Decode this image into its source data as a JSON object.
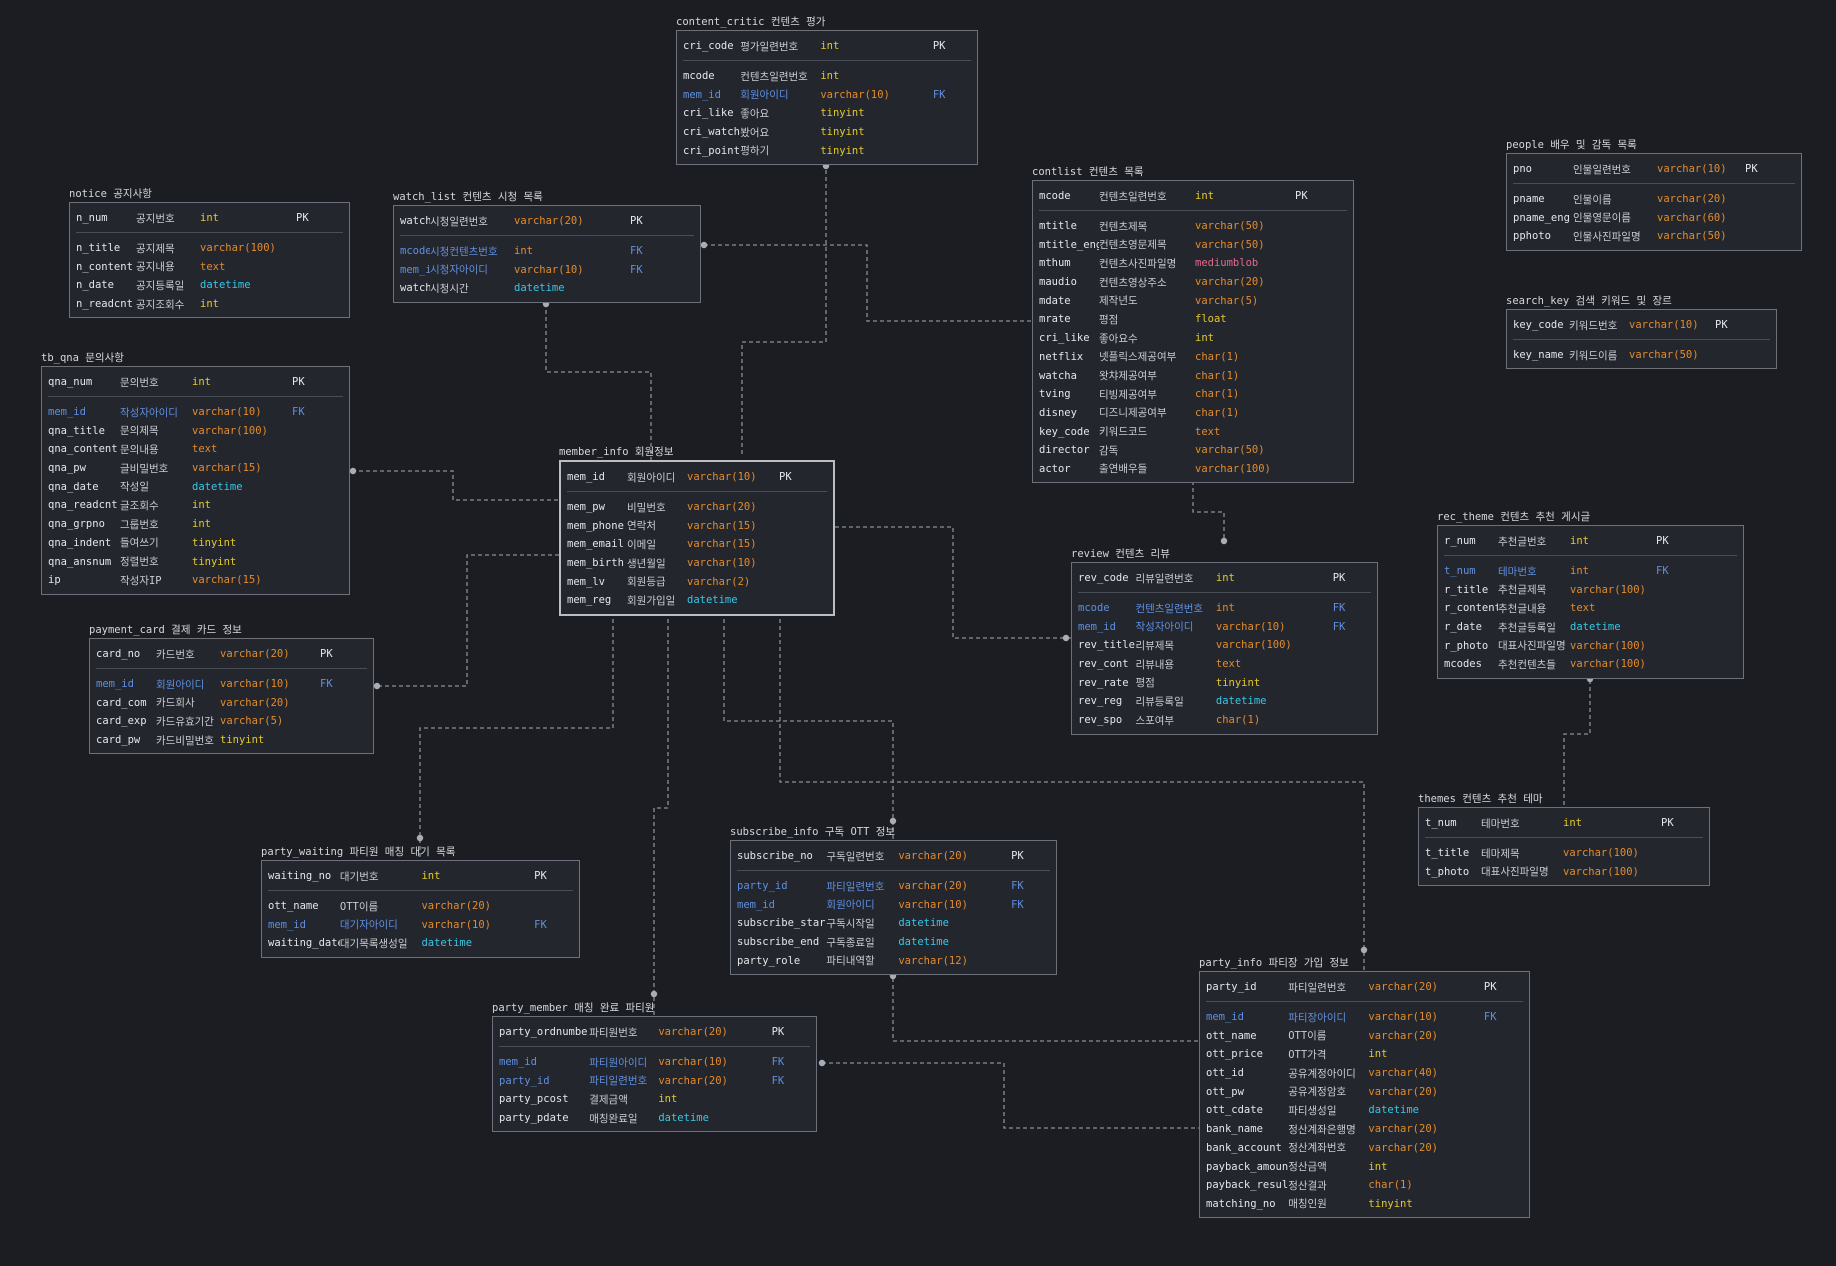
{
  "colors": {
    "background": "#1b1d23",
    "table_fill": "#23262d",
    "border": "#6c717c",
    "fk": "#5f8fe0",
    "int": "#e3c92d",
    "varchar": "#e38b2d",
    "datetime": "#37c7e6",
    "blob": "#e36a8b",
    "line": "#8a8e96"
  },
  "tables": [
    {
      "id": "content_critic",
      "title": "content_critic 컨텐츠 평가",
      "pk": [
        {
          "name": "cri_code",
          "desc": "평가일련번호",
          "type": "int",
          "key": "PK"
        }
      ],
      "cols": [
        {
          "name": "mcode",
          "desc": "컨텐츠일련번호",
          "type": "int",
          "key": ""
        },
        {
          "name": "mem_id",
          "desc": "회원아이디",
          "type": "varchar(10)",
          "key": "FK"
        },
        {
          "name": "cri_like",
          "desc": "좋아요",
          "type": "tinyint",
          "key": ""
        },
        {
          "name": "cri_watch",
          "desc": "봤어요",
          "type": "tinyint",
          "key": ""
        },
        {
          "name": "cri_point",
          "desc": "평하기",
          "type": "tinyint",
          "key": ""
        }
      ]
    },
    {
      "id": "notice",
      "title": "notice 공지사항",
      "pk": [
        {
          "name": "n_num",
          "desc": "공지번호",
          "type": "int",
          "key": "PK"
        }
      ],
      "cols": [
        {
          "name": "n_title",
          "desc": "공지제목",
          "type": "varchar(100)",
          "key": ""
        },
        {
          "name": "n_content",
          "desc": "공지내용",
          "type": "text",
          "key": ""
        },
        {
          "name": "n_date",
          "desc": "공지등록일",
          "type": "datetime",
          "key": ""
        },
        {
          "name": "n_readcnt",
          "desc": "공지조회수",
          "type": "int",
          "key": ""
        }
      ]
    },
    {
      "id": "watch_list",
      "title": "watch_list 컨텐츠 시청 목록",
      "pk": [
        {
          "name": "watch_reg",
          "desc": "시청일련번호",
          "type": "varchar(20)",
          "key": "PK"
        }
      ],
      "cols": [
        {
          "name": "mcode",
          "desc": "시청컨텐츠번호",
          "type": "int",
          "key": "FK"
        },
        {
          "name": "mem_id",
          "desc": "시청자아이디",
          "type": "varchar(10)",
          "key": "FK"
        },
        {
          "name": "watch_time",
          "desc": "시청시간",
          "type": "datetime",
          "key": ""
        }
      ]
    },
    {
      "id": "contlist",
      "title": "contlist 컨텐츠 목록",
      "pk": [
        {
          "name": "mcode",
          "desc": "컨텐츠일련번호",
          "type": "int",
          "key": "PK"
        }
      ],
      "cols": [
        {
          "name": "mtitle",
          "desc": "컨텐츠제목",
          "type": "varchar(50)",
          "key": ""
        },
        {
          "name": "mtitle_eng",
          "desc": "컨텐츠영문제목",
          "type": "varchar(50)",
          "key": ""
        },
        {
          "name": "mthum",
          "desc": "컨텐츠사진파일명",
          "type": "mediumblob",
          "key": ""
        },
        {
          "name": "maudio",
          "desc": "컨텐츠영상주소",
          "type": "varchar(20)",
          "key": ""
        },
        {
          "name": "mdate",
          "desc": "제작년도",
          "type": "varchar(5)",
          "key": ""
        },
        {
          "name": "mrate",
          "desc": "평점",
          "type": "float",
          "key": ""
        },
        {
          "name": "cri_like",
          "desc": "좋아요수",
          "type": "int",
          "key": ""
        },
        {
          "name": "netflix",
          "desc": "넷플릭스제공여부",
          "type": "char(1)",
          "key": ""
        },
        {
          "name": "watcha",
          "desc": "왓챠제공여부",
          "type": "char(1)",
          "key": ""
        },
        {
          "name": "tving",
          "desc": "티빙제공여부",
          "type": "char(1)",
          "key": ""
        },
        {
          "name": "disney",
          "desc": "디즈니제공여부",
          "type": "char(1)",
          "key": ""
        },
        {
          "name": "key_code",
          "desc": "키워드코드",
          "type": "text",
          "key": ""
        },
        {
          "name": "director",
          "desc": "감독",
          "type": "varchar(50)",
          "key": ""
        },
        {
          "name": "actor",
          "desc": "출연배우들",
          "type": "varchar(100)",
          "key": ""
        }
      ]
    },
    {
      "id": "people",
      "title": "people 배우 및 감독 목록",
      "pk": [
        {
          "name": "pno",
          "desc": "인물일련번호",
          "type": "varchar(10)",
          "key": "PK"
        }
      ],
      "cols": [
        {
          "name": "pname",
          "desc": "인물이름",
          "type": "varchar(20)",
          "key": ""
        },
        {
          "name": "pname_eng",
          "desc": "인물영문이름",
          "type": "varchar(60)",
          "key": ""
        },
        {
          "name": "pphoto",
          "desc": "인물사진파일명",
          "type": "varchar(50)",
          "key": ""
        }
      ]
    },
    {
      "id": "search_key",
      "title": "search_key 검색 키워드 및 장르",
      "pk": [
        {
          "name": "key_code",
          "desc": "키워드번호",
          "type": "varchar(10)",
          "key": "PK"
        }
      ],
      "cols": [
        {
          "name": "key_name",
          "desc": "키워드이름",
          "type": "varchar(50)",
          "key": ""
        }
      ]
    },
    {
      "id": "tb_qna",
      "title": "tb_qna 문의사항",
      "pk": [
        {
          "name": "qna_num",
          "desc": "문의번호",
          "type": "int",
          "key": "PK"
        }
      ],
      "cols": [
        {
          "name": "mem_id",
          "desc": "작성자아이디",
          "type": "varchar(10)",
          "key": "FK"
        },
        {
          "name": "qna_title",
          "desc": "문의제목",
          "type": "varchar(100)",
          "key": ""
        },
        {
          "name": "qna_content",
          "desc": "문의내용",
          "type": "text",
          "key": ""
        },
        {
          "name": "qna_pw",
          "desc": "글비밀번호",
          "type": "varchar(15)",
          "key": ""
        },
        {
          "name": "qna_date",
          "desc": "작성일",
          "type": "datetime",
          "key": ""
        },
        {
          "name": "qna_readcnt",
          "desc": "글조회수",
          "type": "int",
          "key": ""
        },
        {
          "name": "qna_grpno",
          "desc": "그룹번호",
          "type": "int",
          "key": ""
        },
        {
          "name": "qna_indent",
          "desc": "들여쓰기",
          "type": "tinyint",
          "key": ""
        },
        {
          "name": "qna_ansnum",
          "desc": "정렬번호",
          "type": "tinyint",
          "key": ""
        },
        {
          "name": "ip",
          "desc": "작성자IP",
          "type": "varchar(15)",
          "key": ""
        }
      ]
    },
    {
      "id": "member_info",
      "title": "member_info 회원정보",
      "pk": [
        {
          "name": "mem_id",
          "desc": "회원아이디",
          "type": "varchar(10)",
          "key": "PK"
        }
      ],
      "cols": [
        {
          "name": "mem_pw",
          "desc": "비밀번호",
          "type": "varchar(20)",
          "key": ""
        },
        {
          "name": "mem_phone",
          "desc": "연락처",
          "type": "varchar(15)",
          "key": ""
        },
        {
          "name": "mem_email",
          "desc": "이메일",
          "type": "varchar(15)",
          "key": ""
        },
        {
          "name": "mem_birth",
          "desc": "생년월일",
          "type": "varchar(10)",
          "key": ""
        },
        {
          "name": "mem_lv",
          "desc": "회원등급",
          "type": "varchar(2)",
          "key": ""
        },
        {
          "name": "mem_reg",
          "desc": "회원가입일",
          "type": "datetime",
          "key": ""
        }
      ]
    },
    {
      "id": "rec_theme",
      "title": "rec_theme 컨텐츠 추천 게시글",
      "pk": [
        {
          "name": "r_num",
          "desc": "추천글번호",
          "type": "int",
          "key": "PK"
        }
      ],
      "cols": [
        {
          "name": "t_num",
          "desc": "테마번호",
          "type": "int",
          "key": "FK"
        },
        {
          "name": "r_title",
          "desc": "추천글제목",
          "type": "varchar(100)",
          "key": ""
        },
        {
          "name": "r_content",
          "desc": "추천글내용",
          "type": "text",
          "key": ""
        },
        {
          "name": "r_date",
          "desc": "추천글등록일",
          "type": "datetime",
          "key": ""
        },
        {
          "name": "r_photo",
          "desc": "대표사진파일명",
          "type": "varchar(100)",
          "key": ""
        },
        {
          "name": "mcodes",
          "desc": "추천컨텐츠들",
          "type": "varchar(100)",
          "key": ""
        }
      ]
    },
    {
      "id": "review",
      "title": "review 컨텐츠 리뷰",
      "pk": [
        {
          "name": "rev_code",
          "desc": "리뷰일련번호",
          "type": "int",
          "key": "PK"
        }
      ],
      "cols": [
        {
          "name": "mcode",
          "desc": "컨텐츠일련번호",
          "type": "int",
          "key": "FK"
        },
        {
          "name": "mem_id",
          "desc": "작성자아이디",
          "type": "varchar(10)",
          "key": "FK"
        },
        {
          "name": "rev_title",
          "desc": "리뷰제목",
          "type": "varchar(100)",
          "key": ""
        },
        {
          "name": "rev_cont",
          "desc": "리뷰내용",
          "type": "text",
          "key": ""
        },
        {
          "name": "rev_rate",
          "desc": "평점",
          "type": "tinyint",
          "key": ""
        },
        {
          "name": "rev_reg",
          "desc": "리뷰등록일",
          "type": "datetime",
          "key": ""
        },
        {
          "name": "rev_spo",
          "desc": "스포여부",
          "type": "char(1)",
          "key": ""
        }
      ]
    },
    {
      "id": "payment_card",
      "title": "payment_card 결제 카드 정보",
      "pk": [
        {
          "name": "card_no",
          "desc": "카드번호",
          "type": "varchar(20)",
          "key": "PK"
        }
      ],
      "cols": [
        {
          "name": "mem_id",
          "desc": "회원아이디",
          "type": "varchar(10)",
          "key": "FK"
        },
        {
          "name": "card_com",
          "desc": "카드회사",
          "type": "varchar(20)",
          "key": ""
        },
        {
          "name": "card_exp",
          "desc": "카드유효기간",
          "type": "varchar(5)",
          "key": ""
        },
        {
          "name": "card_pw",
          "desc": "카드비밀번호",
          "type": "tinyint",
          "key": ""
        }
      ]
    },
    {
      "id": "themes",
      "title": "themes 컨텐츠 추천 테마",
      "pk": [
        {
          "name": "t_num",
          "desc": "테마번호",
          "type": "int",
          "key": "PK"
        }
      ],
      "cols": [
        {
          "name": "t_title",
          "desc": "테마제목",
          "type": "varchar(100)",
          "key": ""
        },
        {
          "name": "t_photo",
          "desc": "대표사진파일명",
          "type": "varchar(100)",
          "key": ""
        }
      ]
    },
    {
      "id": "subscribe_info",
      "title": "subscribe_info 구독 OTT 정보",
      "pk": [
        {
          "name": "subscribe_no",
          "desc": "구독일련번호",
          "type": "varchar(20)",
          "key": "PK"
        }
      ],
      "cols": [
        {
          "name": "party_id",
          "desc": "파티일련번호",
          "type": "varchar(20)",
          "key": "FK"
        },
        {
          "name": "mem_id",
          "desc": "회원아이디",
          "type": "varchar(10)",
          "key": "FK"
        },
        {
          "name": "subscribe_start",
          "desc": "구독시작일",
          "type": "datetime",
          "key": ""
        },
        {
          "name": "subscribe_end",
          "desc": "구독종료일",
          "type": "datetime",
          "key": ""
        },
        {
          "name": "party_role",
          "desc": "파티내역할",
          "type": "varchar(12)",
          "key": ""
        }
      ]
    },
    {
      "id": "party_waiting",
      "title": "party_waiting 파티원 매칭 대기 목록",
      "pk": [
        {
          "name": "waiting_no",
          "desc": "대기번호",
          "type": "int",
          "key": "PK"
        }
      ],
      "cols": [
        {
          "name": "ott_name",
          "desc": "OTT이름",
          "type": "varchar(20)",
          "key": ""
        },
        {
          "name": "mem_id",
          "desc": "대기자아이디",
          "type": "varchar(10)",
          "key": "FK"
        },
        {
          "name": "waiting_date",
          "desc": "대기목록생성일",
          "type": "datetime",
          "key": ""
        }
      ]
    },
    {
      "id": "party_info",
      "title": "party_info 파티장 가입 정보",
      "pk": [
        {
          "name": "party_id",
          "desc": "파티일련번호",
          "type": "varchar(20)",
          "key": "PK"
        }
      ],
      "cols": [
        {
          "name": "mem_id",
          "desc": "파티장아이디",
          "type": "varchar(10)",
          "key": "FK"
        },
        {
          "name": "ott_name",
          "desc": "OTT이름",
          "type": "varchar(20)",
          "key": ""
        },
        {
          "name": "ott_price",
          "desc": "OTT가격",
          "type": "int",
          "key": ""
        },
        {
          "name": "ott_id",
          "desc": "공유계정아이디",
          "type": "varchar(40)",
          "key": ""
        },
        {
          "name": "ott_pw",
          "desc": "공유계정암호",
          "type": "varchar(20)",
          "key": ""
        },
        {
          "name": "ott_cdate",
          "desc": "파티생성일",
          "type": "datetime",
          "key": ""
        },
        {
          "name": "bank_name",
          "desc": "정산계좌은행명",
          "type": "varchar(20)",
          "key": ""
        },
        {
          "name": "bank_account",
          "desc": "정산계좌번호",
          "type": "varchar(20)",
          "key": ""
        },
        {
          "name": "payback_amount",
          "desc": "정산금액",
          "type": "int",
          "key": ""
        },
        {
          "name": "payback_result",
          "desc": "정산결과",
          "type": "char(1)",
          "key": ""
        },
        {
          "name": "matching_no",
          "desc": "매칭인원",
          "type": "tinyint",
          "key": ""
        }
      ]
    },
    {
      "id": "party_member",
      "title": "party_member 매칭 완료 파티원",
      "pk": [
        {
          "name": "party_ordnumber",
          "desc": "파티원번호",
          "type": "varchar(20)",
          "key": "PK"
        }
      ],
      "cols": [
        {
          "name": "mem_id",
          "desc": "파티원아이디",
          "type": "varchar(10)",
          "key": "FK"
        },
        {
          "name": "party_id",
          "desc": "파티일련번호",
          "type": "varchar(20)",
          "key": "FK"
        },
        {
          "name": "party_pcost",
          "desc": "결제금액",
          "type": "int",
          "key": ""
        },
        {
          "name": "party_pdate",
          "desc": "매칭완료일",
          "type": "datetime",
          "key": ""
        }
      ]
    }
  ]
}
